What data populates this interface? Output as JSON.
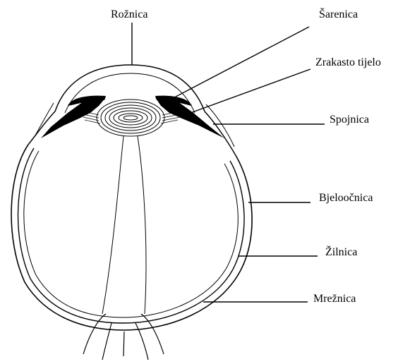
{
  "labels": {
    "cornea": "Rožnica",
    "iris": "Šarenica",
    "ciliary_body": "Zrakasto tijelo",
    "conjunctiva": "Spojnica",
    "sclera": "Bjeloočnica",
    "choroid": "Žilnica",
    "retina": "Mrežnica"
  }
}
